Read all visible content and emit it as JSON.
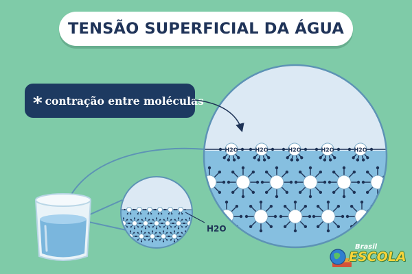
{
  "title": "TENSÃO SUPERFICIAL DA ÁGUA",
  "label": {
    "star": "*",
    "text": "contração entre moléculas"
  },
  "molecule_label": "H2O",
  "small_label": "H2O",
  "logo": {
    "line1": "Brasil",
    "line2": "ESCOLA"
  },
  "colors": {
    "background": "#7fcba8",
    "title_text": "#1f3358",
    "label_bg": "#1d3a61",
    "water": "#86bfe0",
    "air": "#dce9f4",
    "bond": "#1e3356",
    "circle_border": "#5d93b5",
    "logo_yellow": "#f7d33b"
  }
}
